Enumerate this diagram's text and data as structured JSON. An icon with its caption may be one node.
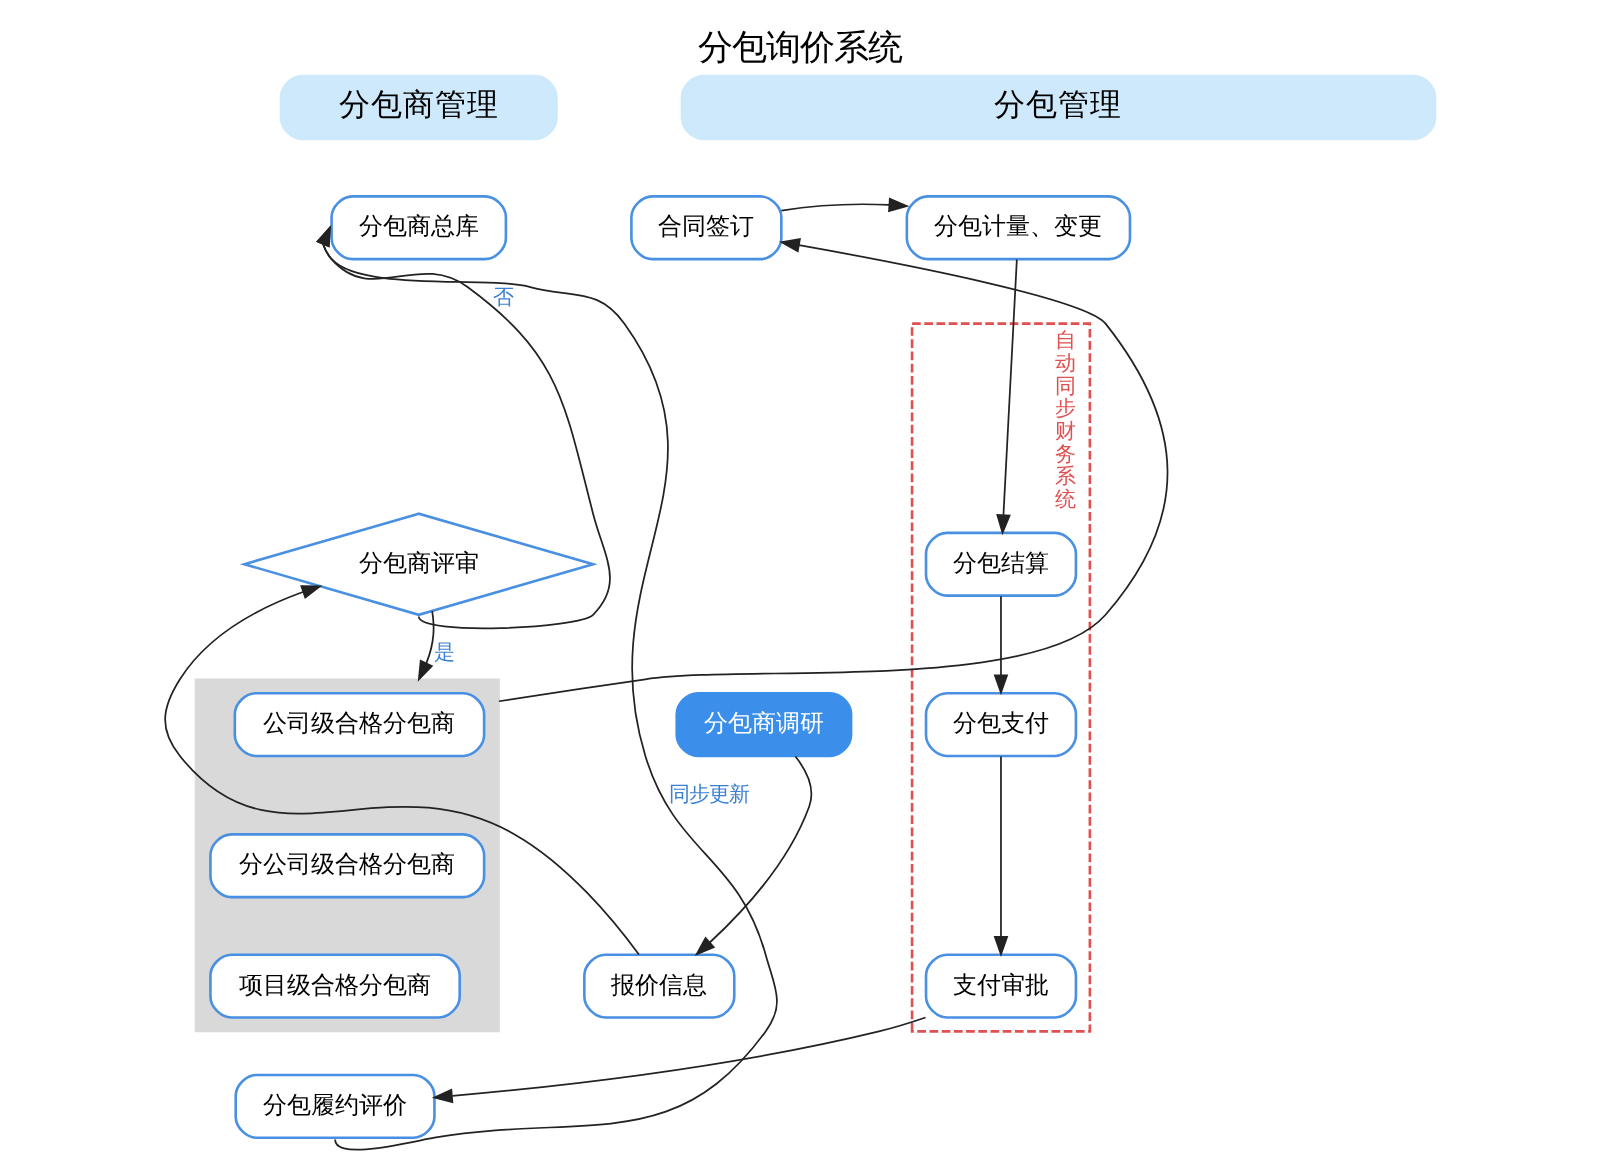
{
  "diagram": {
    "title": "分包询价系统",
    "nodes": [
      {
        "text": [
          "分包商管理"
        ]
      },
      {
        "text": [
          "分包管理"
        ]
      },
      {
        "text": [
          "分包商总库"
        ]
      },
      {
        "text": [
          "分包商调研"
        ]
      },
      {
        "text": [
          "报价信息"
        ]
      },
      {
        "text": [
          "分包商评审"
        ]
      },
      {
        "text": [],
        "shape": "box"
      },
      {
        "text": [
          "公司级合格分包商"
        ],
        "in": 6
      },
      {
        "text": [
          "分公司级合格分包商"
        ],
        "in": 6
      },
      {
        "text": [
          "项目级合格分包商"
        ],
        "in": 6
      },
      {
        "text": [
          "合同签订"
        ]
      },
      {
        "text": [
          "分包计量、变更"
        ]
      },
      {
        "text": [
          "自动同步财务系统"
        ]
      },
      {
        "text": [
          "分包结算"
        ],
        "in": 12
      },
      {
        "text": [
          "分包支付"
        ],
        "in": 12
      },
      {
        "text": [
          "支付审批"
        ],
        "in": 12
      },
      {
        "text": [
          "分包履约评价"
        ]
      }
    ],
    "edges": [
      {
        "from": 3,
        "to": 4,
        "arrow": "to"
      },
      {
        "from": 4,
        "to": 5,
        "arrow": "to"
      },
      {
        "from": 5,
        "to": 2,
        "arrow": "to",
        "label": "否"
      },
      {
        "from": 5,
        "to": 6,
        "arrow": "to",
        "label": "是"
      },
      {
        "from": 6,
        "to": 10,
        "arrow": "to"
      },
      {
        "from": 10,
        "to": 11,
        "arrow": "to"
      },
      {
        "from": 11,
        "to": 13,
        "arrow": "to"
      },
      {
        "from": 13,
        "to": 14,
        "arrow": "to"
      },
      {
        "from": 14,
        "to": 15,
        "arrow": "to"
      },
      {
        "from": 15,
        "to": 16,
        "arrow": "to"
      },
      {
        "from": 16,
        "to": 2,
        "arrow": "to",
        "label": "同步更新"
      }
    ]
  }
}
